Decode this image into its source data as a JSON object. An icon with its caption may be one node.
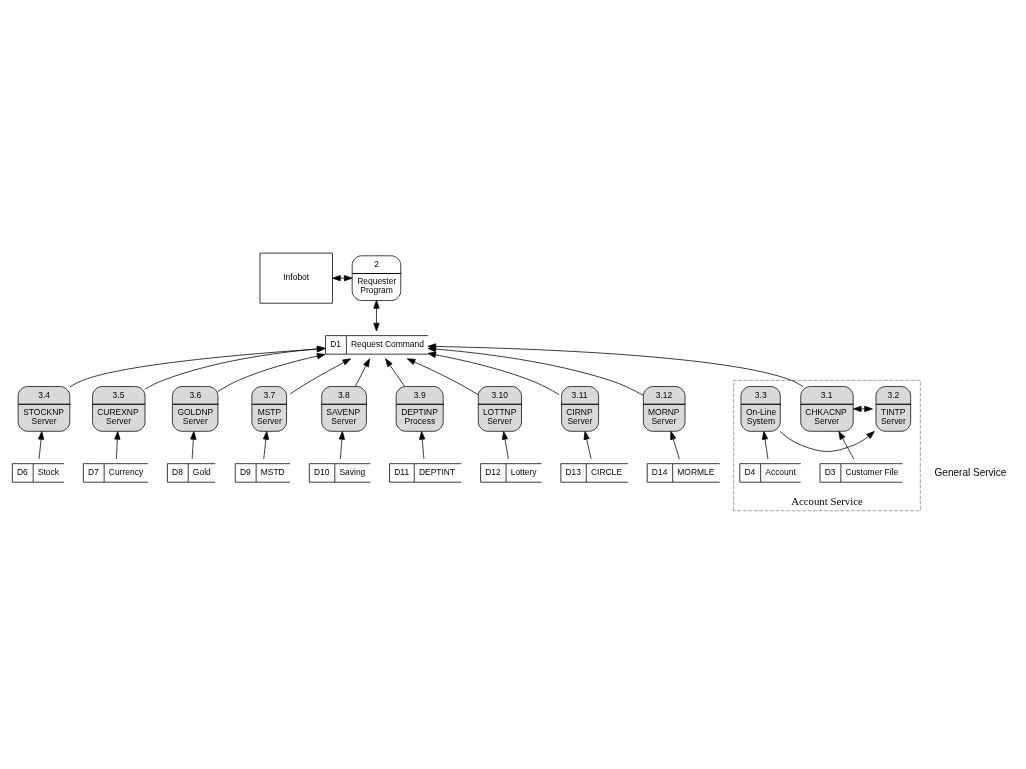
{
  "diagram": {
    "nodes": [
      {
        "text": [
          "Infobot"
        ]
      },
      {
        "text": [
          "2",
          "Requester Program"
        ]
      },
      {
        "text": [
          "D1",
          "Request Command"
        ]
      },
      {
        "text": [
          "Account Service"
        ]
      },
      {
        "text": [
          "3.1",
          "CHKACNP Server"
        ],
        "in": 3
      },
      {
        "text": [
          "3.2",
          "TINTP Server"
        ],
        "in": 3
      },
      {
        "text": [
          "3.3",
          "On-Line System"
        ],
        "in": 3
      },
      {
        "text": [
          "D3",
          "Customer File"
        ],
        "in": 3
      },
      {
        "text": [
          "D4",
          "Account"
        ],
        "in": 3
      },
      {
        "text": [
          "3.4",
          "STOCKNP Server"
        ]
      },
      {
        "text": [
          "3.5",
          "CUREXNP Server"
        ]
      },
      {
        "text": [
          "3.6",
          "GOLDNP Server"
        ]
      },
      {
        "text": [
          "3.7",
          "MSTP Server"
        ]
      },
      {
        "text": [
          "3.8",
          "SAVENP Server"
        ]
      },
      {
        "text": [
          "3.9",
          "DEPTINP Process"
        ]
      },
      {
        "text": [
          "3.10",
          "LOTTNP Server"
        ]
      },
      {
        "text": [
          "3.11",
          "CIRNP Server"
        ]
      },
      {
        "text": [
          "3.12",
          "MORNP Server"
        ]
      },
      {
        "text": [
          "D6",
          "Stock"
        ]
      },
      {
        "text": [
          "D7",
          "Currency"
        ]
      },
      {
        "text": [
          "D8",
          "Gold"
        ]
      },
      {
        "text": [
          "D9",
          "MSTD"
        ]
      },
      {
        "text": [
          "D10",
          "Saving"
        ]
      },
      {
        "text": [
          "D11",
          "DEPTINT"
        ]
      },
      {
        "text": [
          "D12",
          "Lottery"
        ]
      },
      {
        "text": [
          "D13",
          "CIRCLE"
        ]
      },
      {
        "text": [
          "D14",
          "MORMLE"
        ]
      }
    ],
    "edges": [
      {
        "from": 0,
        "to": 1,
        "arrow": "both"
      },
      {
        "from": 2,
        "to": 1,
        "arrow": "both"
      },
      {
        "from": 4,
        "to": 2,
        "arrow": "to"
      },
      {
        "from": 4,
        "to": 5,
        "arrow": "both"
      },
      {
        "from": 6,
        "to": 5,
        "arrow": "to"
      },
      {
        "from": 7,
        "to": 4,
        "arrow": "to"
      },
      {
        "from": 8,
        "to": 6,
        "arrow": "to"
      },
      {
        "from": 9,
        "to": 2,
        "arrow": "to"
      },
      {
        "from": 10,
        "to": 2,
        "arrow": "to"
      },
      {
        "from": 11,
        "to": 2,
        "arrow": "to"
      },
      {
        "from": 12,
        "to": 2,
        "arrow": "to"
      },
      {
        "from": 13,
        "to": 2,
        "arrow": "to"
      },
      {
        "from": 14,
        "to": 2,
        "arrow": "to"
      },
      {
        "from": 15,
        "to": 2,
        "arrow": "to"
      },
      {
        "from": 16,
        "to": 2,
        "arrow": "to"
      },
      {
        "from": 17,
        "to": 2,
        "arrow": "to"
      },
      {
        "from": 18,
        "to": 9,
        "arrow": "to"
      },
      {
        "from": 19,
        "to": 10,
        "arrow": "to"
      },
      {
        "from": 20,
        "to": 11,
        "arrow": "to"
      },
      {
        "from": 21,
        "to": 12,
        "arrow": "to"
      },
      {
        "from": 22,
        "to": 13,
        "arrow": "to"
      },
      {
        "from": 23,
        "to": 14,
        "arrow": "to"
      },
      {
        "from": 24,
        "to": 15,
        "arrow": "to"
      },
      {
        "from": 25,
        "to": 16,
        "arrow": "to"
      },
      {
        "from": 26,
        "to": 17,
        "arrow": "to"
      }
    ],
    "labels": [
      "General Service"
    ]
  }
}
